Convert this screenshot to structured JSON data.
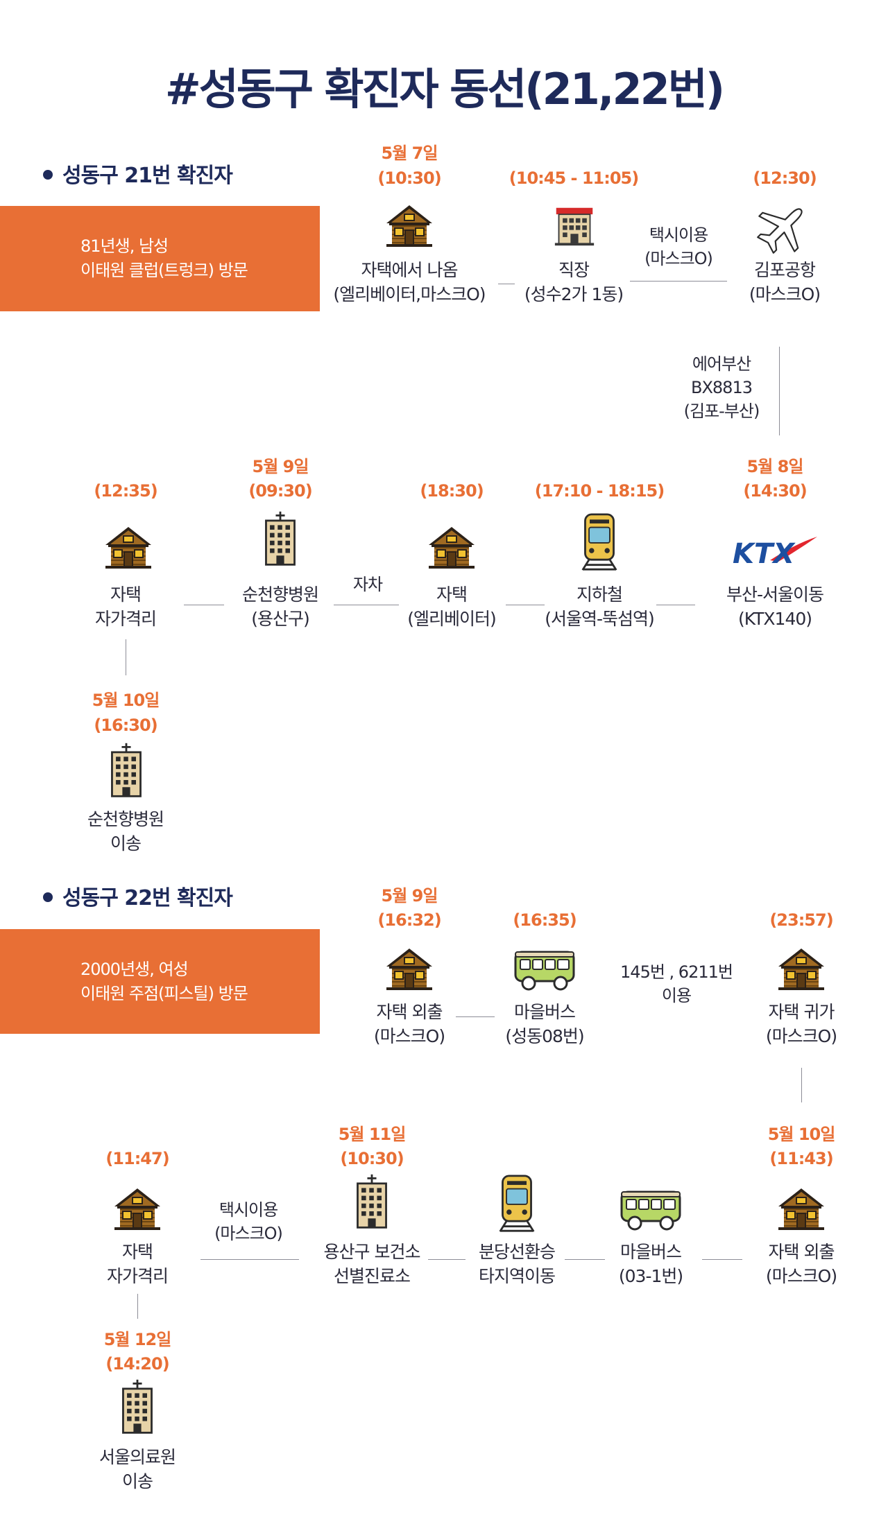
{
  "title": "#성동구 확진자 동선(21,22번)",
  "case21": {
    "heading": "성동구 21번 확진자",
    "profile_line1": "81년생, 남성",
    "profile_line2": "이태원 클럽(트렁크) 방문",
    "n1": {
      "date": "5월 7일",
      "time": "(10:30)",
      "l1": "자택에서 나옴",
      "l2": "(엘리베이터,마스크O)",
      "icon": "house-icon"
    },
    "n2": {
      "time": "(10:45 - 11:05)",
      "l1": "직장",
      "l2": "(성수2가 1동)",
      "icon": "office-building-icon"
    },
    "t1": {
      "l1": "택시이용",
      "l2": "(마스크O)"
    },
    "n3": {
      "time": "(12:30)",
      "l1": "김포공항",
      "l2": "(마스크O)",
      "icon": "airplane-icon"
    },
    "t2": {
      "l1": "에어부산",
      "l2": "BX8813",
      "l3": "(김포-부산)"
    },
    "n4": {
      "date": "5월 8일",
      "time": "(14:30)",
      "l1": "부산-서울이동",
      "l2": "(KTX140)",
      "logo_text": "KTX",
      "icon": "ktx-logo"
    },
    "n5": {
      "time": "(17:10 - 18:15)",
      "l1": "지하철",
      "l2": "(서울역-뚝섬역)",
      "icon": "train-icon"
    },
    "n6": {
      "time": "(18:30)",
      "l1": "자택",
      "l2": "(엘리베이터)",
      "icon": "house-icon"
    },
    "t3": {
      "l1": "자차"
    },
    "n7": {
      "date": "5월 9일",
      "time": "(09:30)",
      "l1": "순천향병원",
      "l2": "(용산구)",
      "icon": "hospital-icon"
    },
    "n8": {
      "time": "(12:35)",
      "l1": "자택",
      "l2": "자가격리",
      "icon": "house-icon"
    },
    "n9": {
      "date": "5월 10일",
      "time": "(16:30)",
      "l1": "순천향병원",
      "l2": "이송",
      "icon": "hospital-icon"
    }
  },
  "case22": {
    "heading": "성동구 22번 확진자",
    "profile_line1": "2000년생, 여성",
    "profile_line2": "이태원 주점(피스틸) 방문",
    "n1": {
      "date": "5월 9일",
      "time": "(16:32)",
      "l1": "자택 외출",
      "l2": "(마스크O)",
      "icon": "house-icon"
    },
    "n2": {
      "time": "(16:35)",
      "l1": "마을버스",
      "l2": "(성동08번)",
      "icon": "bus-icon"
    },
    "t1": {
      "l1": "145번 , 6211번",
      "l2": "이용"
    },
    "n3": {
      "time": "(23:57)",
      "l1": "자택 귀가",
      "l2": "(마스크O)",
      "icon": "house-icon"
    },
    "n4": {
      "date": "5월 10일",
      "time": "(11:43)",
      "l1": "자택 외출",
      "l2": "(마스크O)",
      "icon": "house-icon"
    },
    "n5": {
      "l1": "마을버스",
      "l2": "(03-1번)",
      "icon": "bus-icon"
    },
    "n6": {
      "l1": "분당선환승",
      "l2": "타지역이동",
      "icon": "train-icon"
    },
    "n7": {
      "date": "5월 11일",
      "time": "(10:30)",
      "l1": "용산구 보건소",
      "l2": "선별진료소",
      "icon": "hospital-icon"
    },
    "t2": {
      "l1": "택시이용",
      "l2": "(마스크O)"
    },
    "n8": {
      "time": "(11:47)",
      "l1": "자택",
      "l2": "자가격리",
      "icon": "house-icon"
    },
    "n9": {
      "date": "5월 12일",
      "time": "(14:20)",
      "l1": "서울의료원",
      "l2": "이송",
      "icon": "hospital-icon"
    }
  },
  "colors": {
    "accent": "#e86f35",
    "navy": "#1e2a5a",
    "text": "#2a2a3a",
    "ktx_blue": "#1d4fa0",
    "ktx_red": "#e2262e"
  }
}
